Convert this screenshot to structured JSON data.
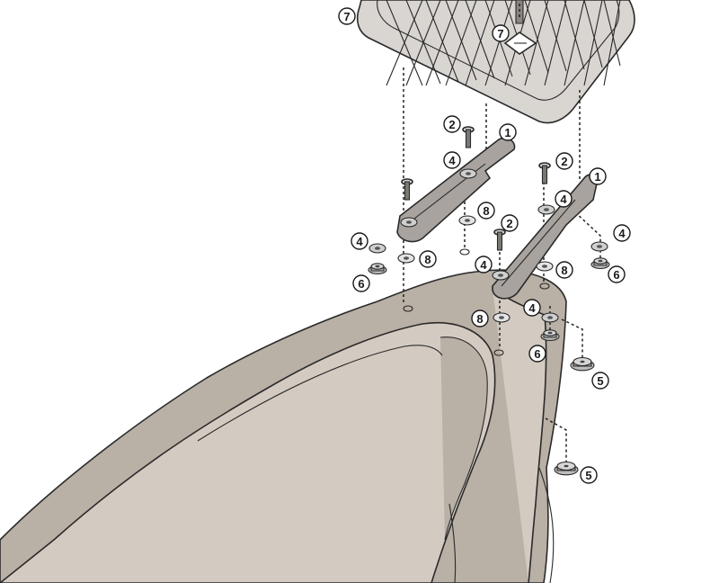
{
  "colors": {
    "seat": "#d3cbc2",
    "seat_shadow": "#b9b0a6",
    "bracket": "#a8a39e",
    "rack": "#d9d5d1",
    "outline": "#2a2a2a",
    "washer_clear": "#e3e4e6"
  },
  "callouts": [
    {
      "id": "rack",
      "label": "7"
    },
    {
      "id": "rack-screw",
      "label": "7"
    },
    {
      "id": "screw-left",
      "label": "2"
    },
    {
      "id": "bracket-left",
      "label": "1"
    },
    {
      "id": "washer-left-top",
      "label": "4"
    },
    {
      "id": "spacer-left",
      "label": "8"
    },
    {
      "id": "washer-left-bottom",
      "label": "4"
    },
    {
      "id": "nut-left",
      "label": "6"
    },
    {
      "id": "spacer-left-lower",
      "label": "8"
    },
    {
      "id": "screw-mid",
      "label": "2"
    },
    {
      "id": "washer-mid",
      "label": "4"
    },
    {
      "id": "spacer-mid",
      "label": "8"
    },
    {
      "id": "screw-right",
      "label": "2"
    },
    {
      "id": "bracket-right",
      "label": "1"
    },
    {
      "id": "washer-right-top",
      "label": "4"
    },
    {
      "id": "washer-right-side",
      "label": "4"
    },
    {
      "id": "nut-right-side",
      "label": "6"
    },
    {
      "id": "spacer-right",
      "label": "8"
    },
    {
      "id": "washer-right-low",
      "label": "4"
    },
    {
      "id": "nut-right-low",
      "label": "6"
    },
    {
      "id": "flange-nut-upper",
      "label": "5"
    },
    {
      "id": "flange-nut-lower",
      "label": "5"
    }
  ]
}
